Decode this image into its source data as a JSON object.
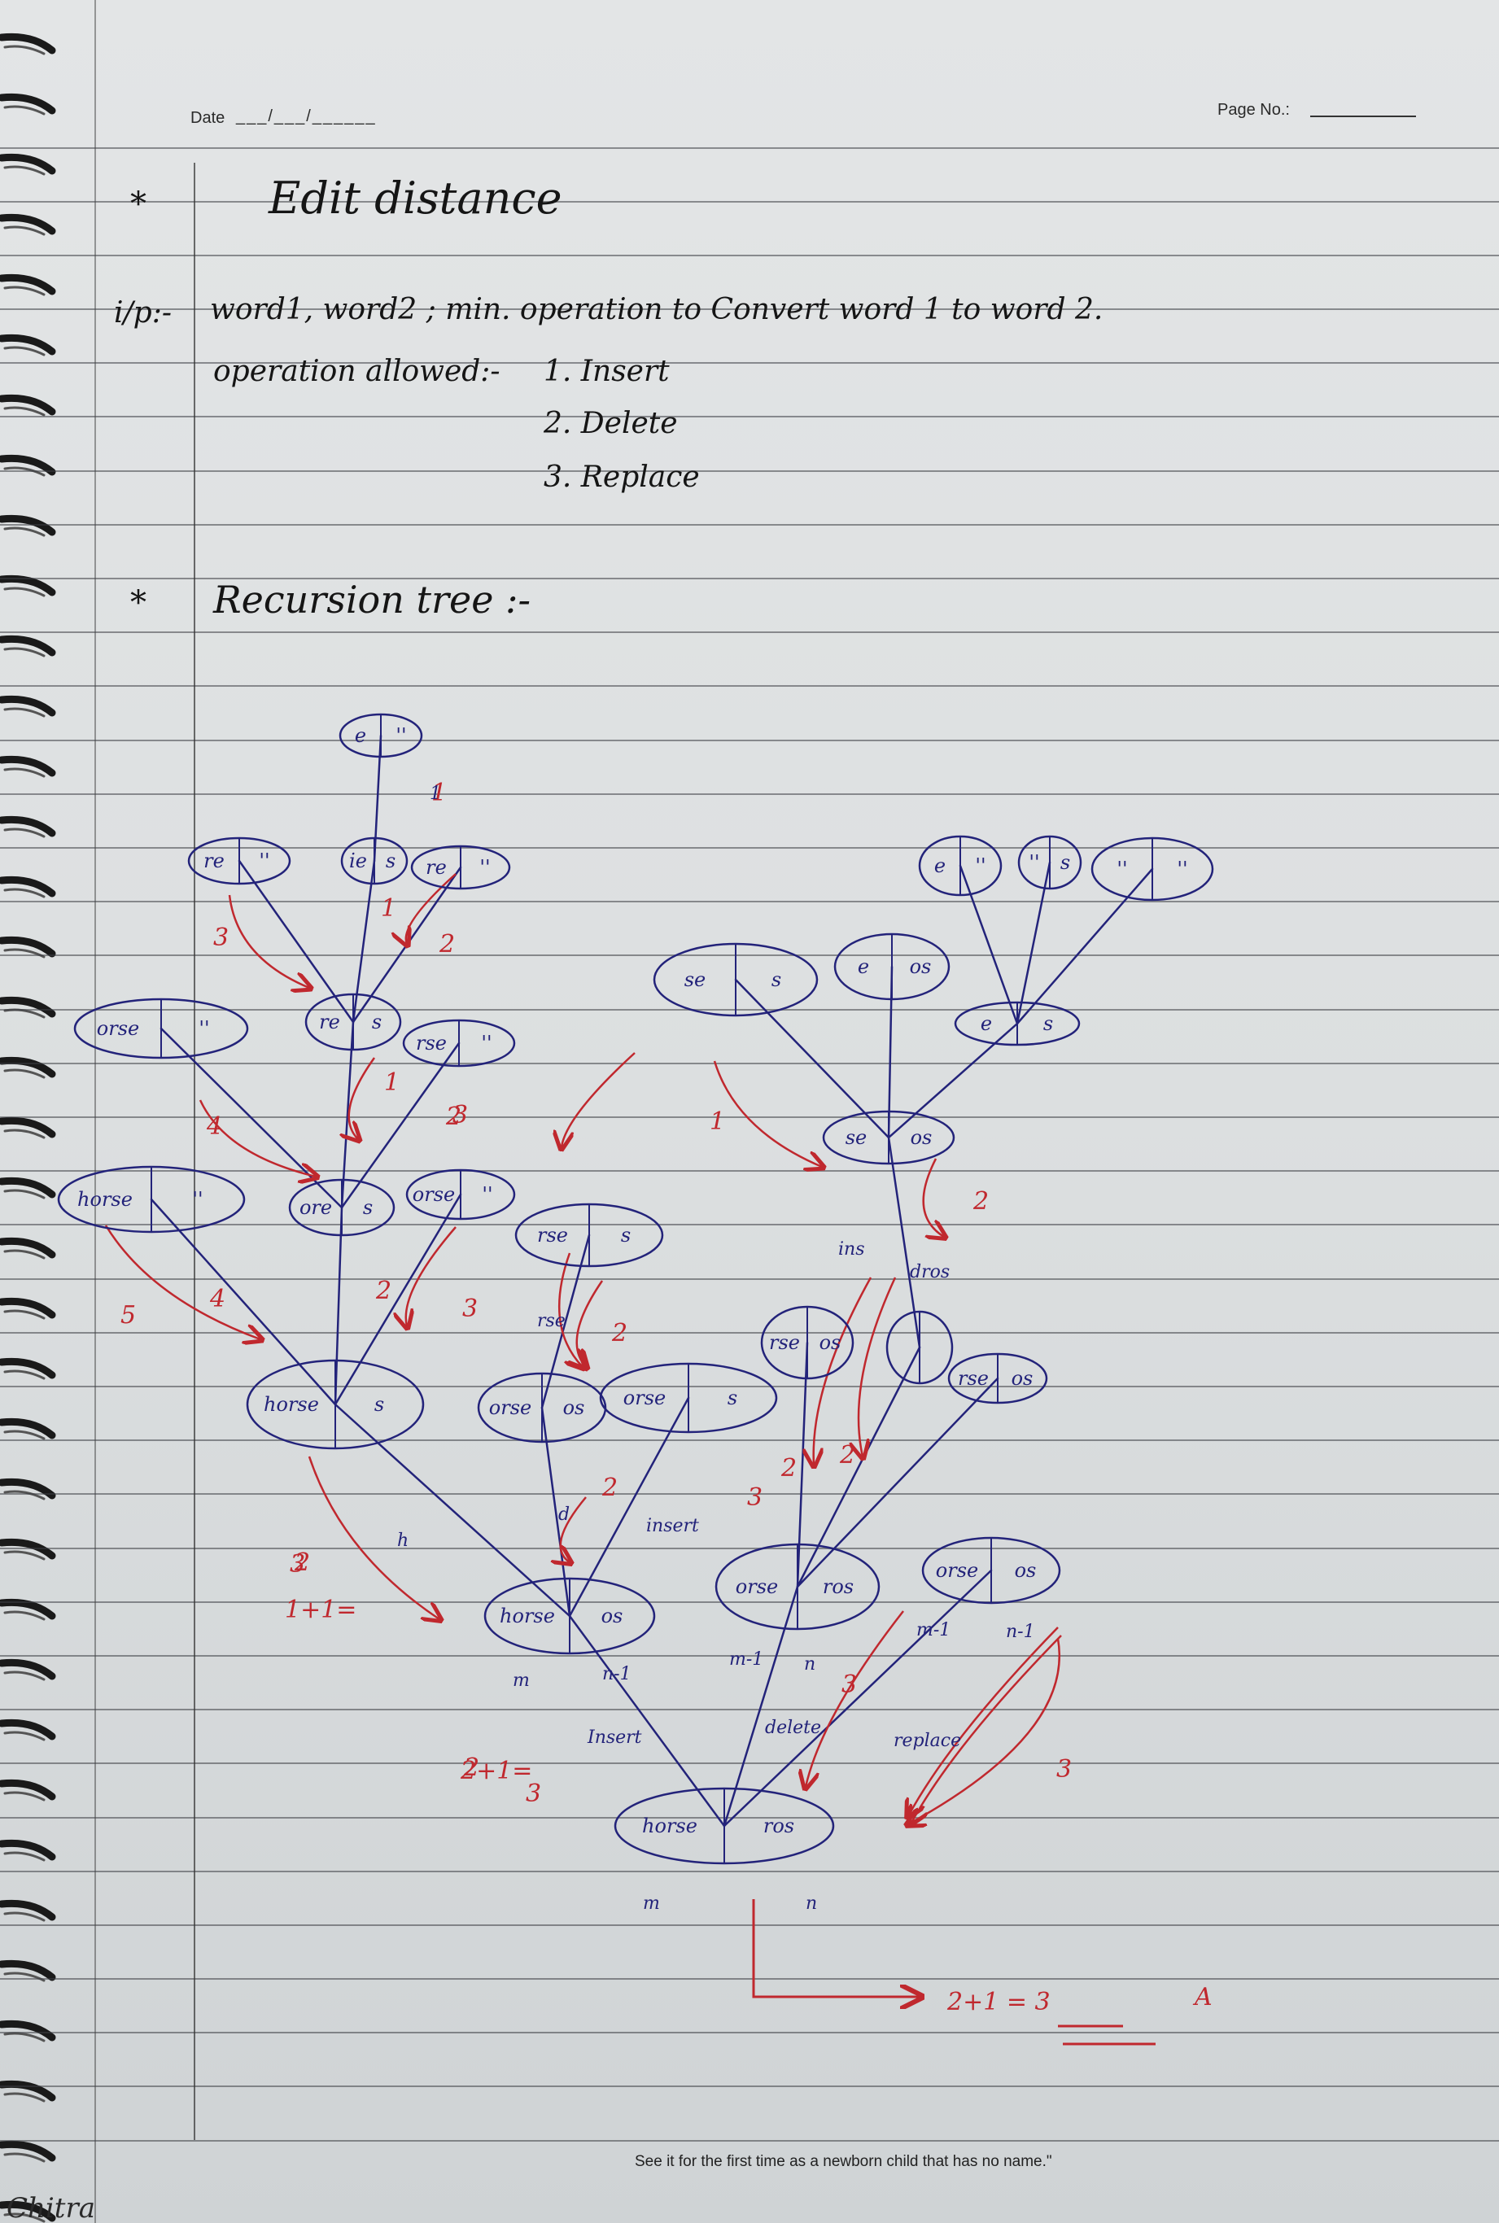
{
  "header": {
    "date_label": "Date",
    "date_value": "___/___/______",
    "page_label": "Page No.:"
  },
  "notes": {
    "heading_bullet": "*",
    "heading": "Edit distance",
    "io_label": "i/p:-",
    "io_line": "word1, word2 ; min. operation to Convert word 1 to word 2.",
    "ops_label": "operation allowed:-",
    "ops": [
      "1. Insert",
      "2. Delete",
      "3. Replace"
    ],
    "tree_bullet": "*",
    "tree_heading": "Recursion tree :-"
  },
  "tree": {
    "nodes": {
      "n_top": [
        "e",
        "''"
      ],
      "n_a1": [
        "re",
        "''"
      ],
      "n_a2": [
        "ie",
        "s"
      ],
      "n_a3": [
        "re",
        "''"
      ],
      "n_b1": [
        "orse",
        "''"
      ],
      "n_b2": [
        "re",
        "s"
      ],
      "n_b3": [
        "rse",
        "''"
      ],
      "n_c1": [
        "horse",
        "''"
      ],
      "n_c2": [
        "ore",
        "s"
      ],
      "n_c3": [
        "orse",
        "''"
      ],
      "n_c4": [
        "rse",
        "s"
      ],
      "n_d1": [
        "horse",
        "s"
      ],
      "n_d2": [
        "orse",
        "os"
      ],
      "n_d3": [
        "orse",
        "s"
      ],
      "n_e1": [
        "horse",
        "os"
      ],
      "n_e2": [
        "orse",
        "ros"
      ],
      "n_e3": [
        "orse",
        "os"
      ],
      "n_root": [
        "horse",
        "ros"
      ],
      "r_top1": [
        "e",
        "''"
      ],
      "r_top2": [
        "''",
        "s"
      ],
      "r_top3": [
        "''",
        "''"
      ],
      "r_mid1": [
        "se",
        "s"
      ],
      "r_mid2": [
        "e",
        "os"
      ],
      "r_mid3": [
        "e",
        "s"
      ],
      "r_low": [
        "se",
        "os"
      ],
      "r_a": [
        "rse",
        "os"
      ],
      "r_b": [
        "",
        ""
      ],
      "r_c": [
        "rse",
        "os"
      ]
    },
    "red_labels": [
      "1",
      "2",
      "3",
      "1",
      "2",
      "3",
      "4",
      "1",
      "2",
      "3",
      "4",
      "5",
      "2",
      "2",
      "3",
      "2",
      "2",
      "3",
      "3",
      "2",
      "1",
      "2"
    ],
    "blue_labels": [
      "1",
      "d",
      "insert",
      "m",
      "n-1",
      "m-1",
      "n",
      "m-1",
      "n-1",
      "Insert",
      "delete",
      "replace",
      "m",
      "n",
      "ins",
      "dros",
      "h",
      "rse"
    ],
    "formulas": [
      "3",
      "1+1=",
      "2",
      "2+1=",
      "3",
      "2+1 = 3",
      "A"
    ]
  },
  "footer": {
    "quote": "See it for the first time as a newborn child that has no name.\"",
    "brand": "Chitra"
  },
  "colors": {
    "ink_blue": "#23237a",
    "ink_red": "#c0282e",
    "pencil": "#151515"
  }
}
